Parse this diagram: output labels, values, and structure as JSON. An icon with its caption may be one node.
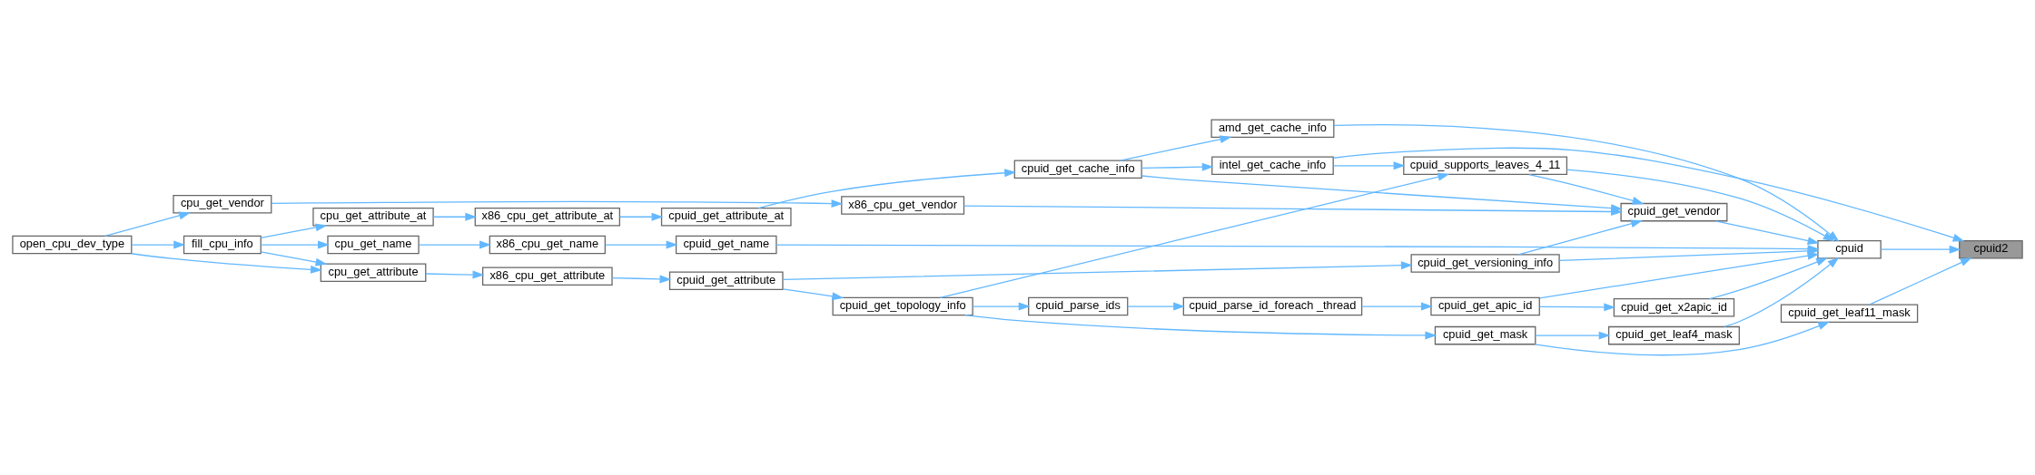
{
  "diagram": {
    "nodes": [
      {
        "text": [
          "open_cpu_dev_type"
        ]
      },
      {
        "text": [
          "fill_cpu_info"
        ]
      },
      {
        "text": [
          "cpu_get_vendor"
        ]
      },
      {
        "text": [
          "cpu_get_attribute"
        ]
      },
      {
        "text": [
          "cpu_get_attribute_at"
        ]
      },
      {
        "text": [
          "x86_cpu_get_attribute"
        ]
      },
      {
        "text": [
          "x86_cpu_get_attribute_at"
        ]
      },
      {
        "text": [
          "cpuid_get_attribute"
        ]
      },
      {
        "text": [
          "cpuid_get_attribute_at"
        ]
      },
      {
        "text": [
          "cpuid_get_topology_info"
        ]
      },
      {
        "text": [
          "cpu_get_name"
        ]
      },
      {
        "text": [
          "cpuid_get_cache_info"
        ]
      },
      {
        "text": [
          "cpuid_parse_ids"
        ]
      },
      {
        "text": [
          "amd_get_cache_info"
        ]
      },
      {
        "text": [
          "intel_get_cache_info"
        ]
      },
      {
        "text": [
          "cpuid_parse_id_foreach _thread"
        ]
      },
      {
        "text": [
          "x86_cpu_get_name"
        ]
      },
      {
        "text": [
          "cpuid_supports_leaves_4_11"
        ]
      },
      {
        "text": [
          "x86_cpu_get_vendor"
        ]
      },
      {
        "text": [
          "cpuid_get_versioning_info"
        ]
      },
      {
        "text": [
          "cpuid_get_apic_id"
        ]
      },
      {
        "text": [
          "cpuid_get_mask"
        ]
      },
      {
        "text": [
          "cpuid_get_name"
        ]
      },
      {
        "text": [
          "cpuid_get_vendor"
        ]
      },
      {
        "text": [
          "cpuid_get_x2apic_id"
        ]
      },
      {
        "text": [
          "cpuid_get_leaf4_mask"
        ]
      },
      {
        "text": [
          "cpuid"
        ]
      },
      {
        "text": [
          "cpuid_get_leaf11_mask"
        ]
      },
      {
        "text": [
          "cpuid2"
        ]
      }
    ],
    "edges": [
      {
        "from": 0,
        "to": 1,
        "arrow": "to"
      },
      {
        "from": 0,
        "to": 2,
        "arrow": "to"
      },
      {
        "from": 0,
        "to": 3,
        "arrow": "to"
      },
      {
        "from": 1,
        "to": 10,
        "arrow": "to"
      },
      {
        "from": 1,
        "to": 4,
        "arrow": "to"
      },
      {
        "from": 1,
        "to": 3,
        "arrow": "to"
      },
      {
        "from": 4,
        "to": 6,
        "arrow": "to"
      },
      {
        "from": 6,
        "to": 8,
        "arrow": "to"
      },
      {
        "from": 8,
        "to": 11,
        "arrow": "to"
      },
      {
        "from": 11,
        "to": 13,
        "arrow": "to"
      },
      {
        "from": 11,
        "to": 14,
        "arrow": "to"
      },
      {
        "from": 11,
        "to": 23,
        "arrow": "to"
      },
      {
        "from": 13,
        "to": 26,
        "arrow": "to"
      },
      {
        "from": 14,
        "to": 28,
        "arrow": "to"
      },
      {
        "from": 14,
        "to": 17,
        "arrow": "to"
      },
      {
        "from": 2,
        "to": 18,
        "arrow": "to"
      },
      {
        "from": 3,
        "to": 5,
        "arrow": "to"
      },
      {
        "from": 5,
        "to": 7,
        "arrow": "to"
      },
      {
        "from": 7,
        "to": 19,
        "arrow": "to"
      },
      {
        "from": 7,
        "to": 9,
        "arrow": "to"
      },
      {
        "from": 9,
        "to": 17,
        "arrow": "to"
      },
      {
        "from": 9,
        "to": 12,
        "arrow": "to"
      },
      {
        "from": 9,
        "to": 21,
        "arrow": "to"
      },
      {
        "from": 12,
        "to": 15,
        "arrow": "to"
      },
      {
        "from": 15,
        "to": 20,
        "arrow": "to"
      },
      {
        "from": 10,
        "to": 16,
        "arrow": "to"
      },
      {
        "from": 16,
        "to": 22,
        "arrow": "to"
      },
      {
        "from": 22,
        "to": 26,
        "arrow": "to"
      },
      {
        "from": 17,
        "to": 23,
        "arrow": "to"
      },
      {
        "from": 17,
        "to": 26,
        "arrow": "to"
      },
      {
        "from": 23,
        "to": 26,
        "arrow": "to"
      },
      {
        "from": 18,
        "to": 23,
        "arrow": "to"
      },
      {
        "from": 19,
        "to": 23,
        "arrow": "to"
      },
      {
        "from": 19,
        "to": 26,
        "arrow": "to"
      },
      {
        "from": 20,
        "to": 24,
        "arrow": "to"
      },
      {
        "from": 20,
        "to": 26,
        "arrow": "to"
      },
      {
        "from": 24,
        "to": 26,
        "arrow": "to"
      },
      {
        "from": 21,
        "to": 25,
        "arrow": "to"
      },
      {
        "from": 21,
        "to": 27,
        "arrow": "to"
      },
      {
        "from": 25,
        "to": 26,
        "arrow": "to"
      },
      {
        "from": 27,
        "to": 28,
        "arrow": "to"
      },
      {
        "from": 26,
        "to": 28,
        "arrow": "to"
      }
    ]
  }
}
